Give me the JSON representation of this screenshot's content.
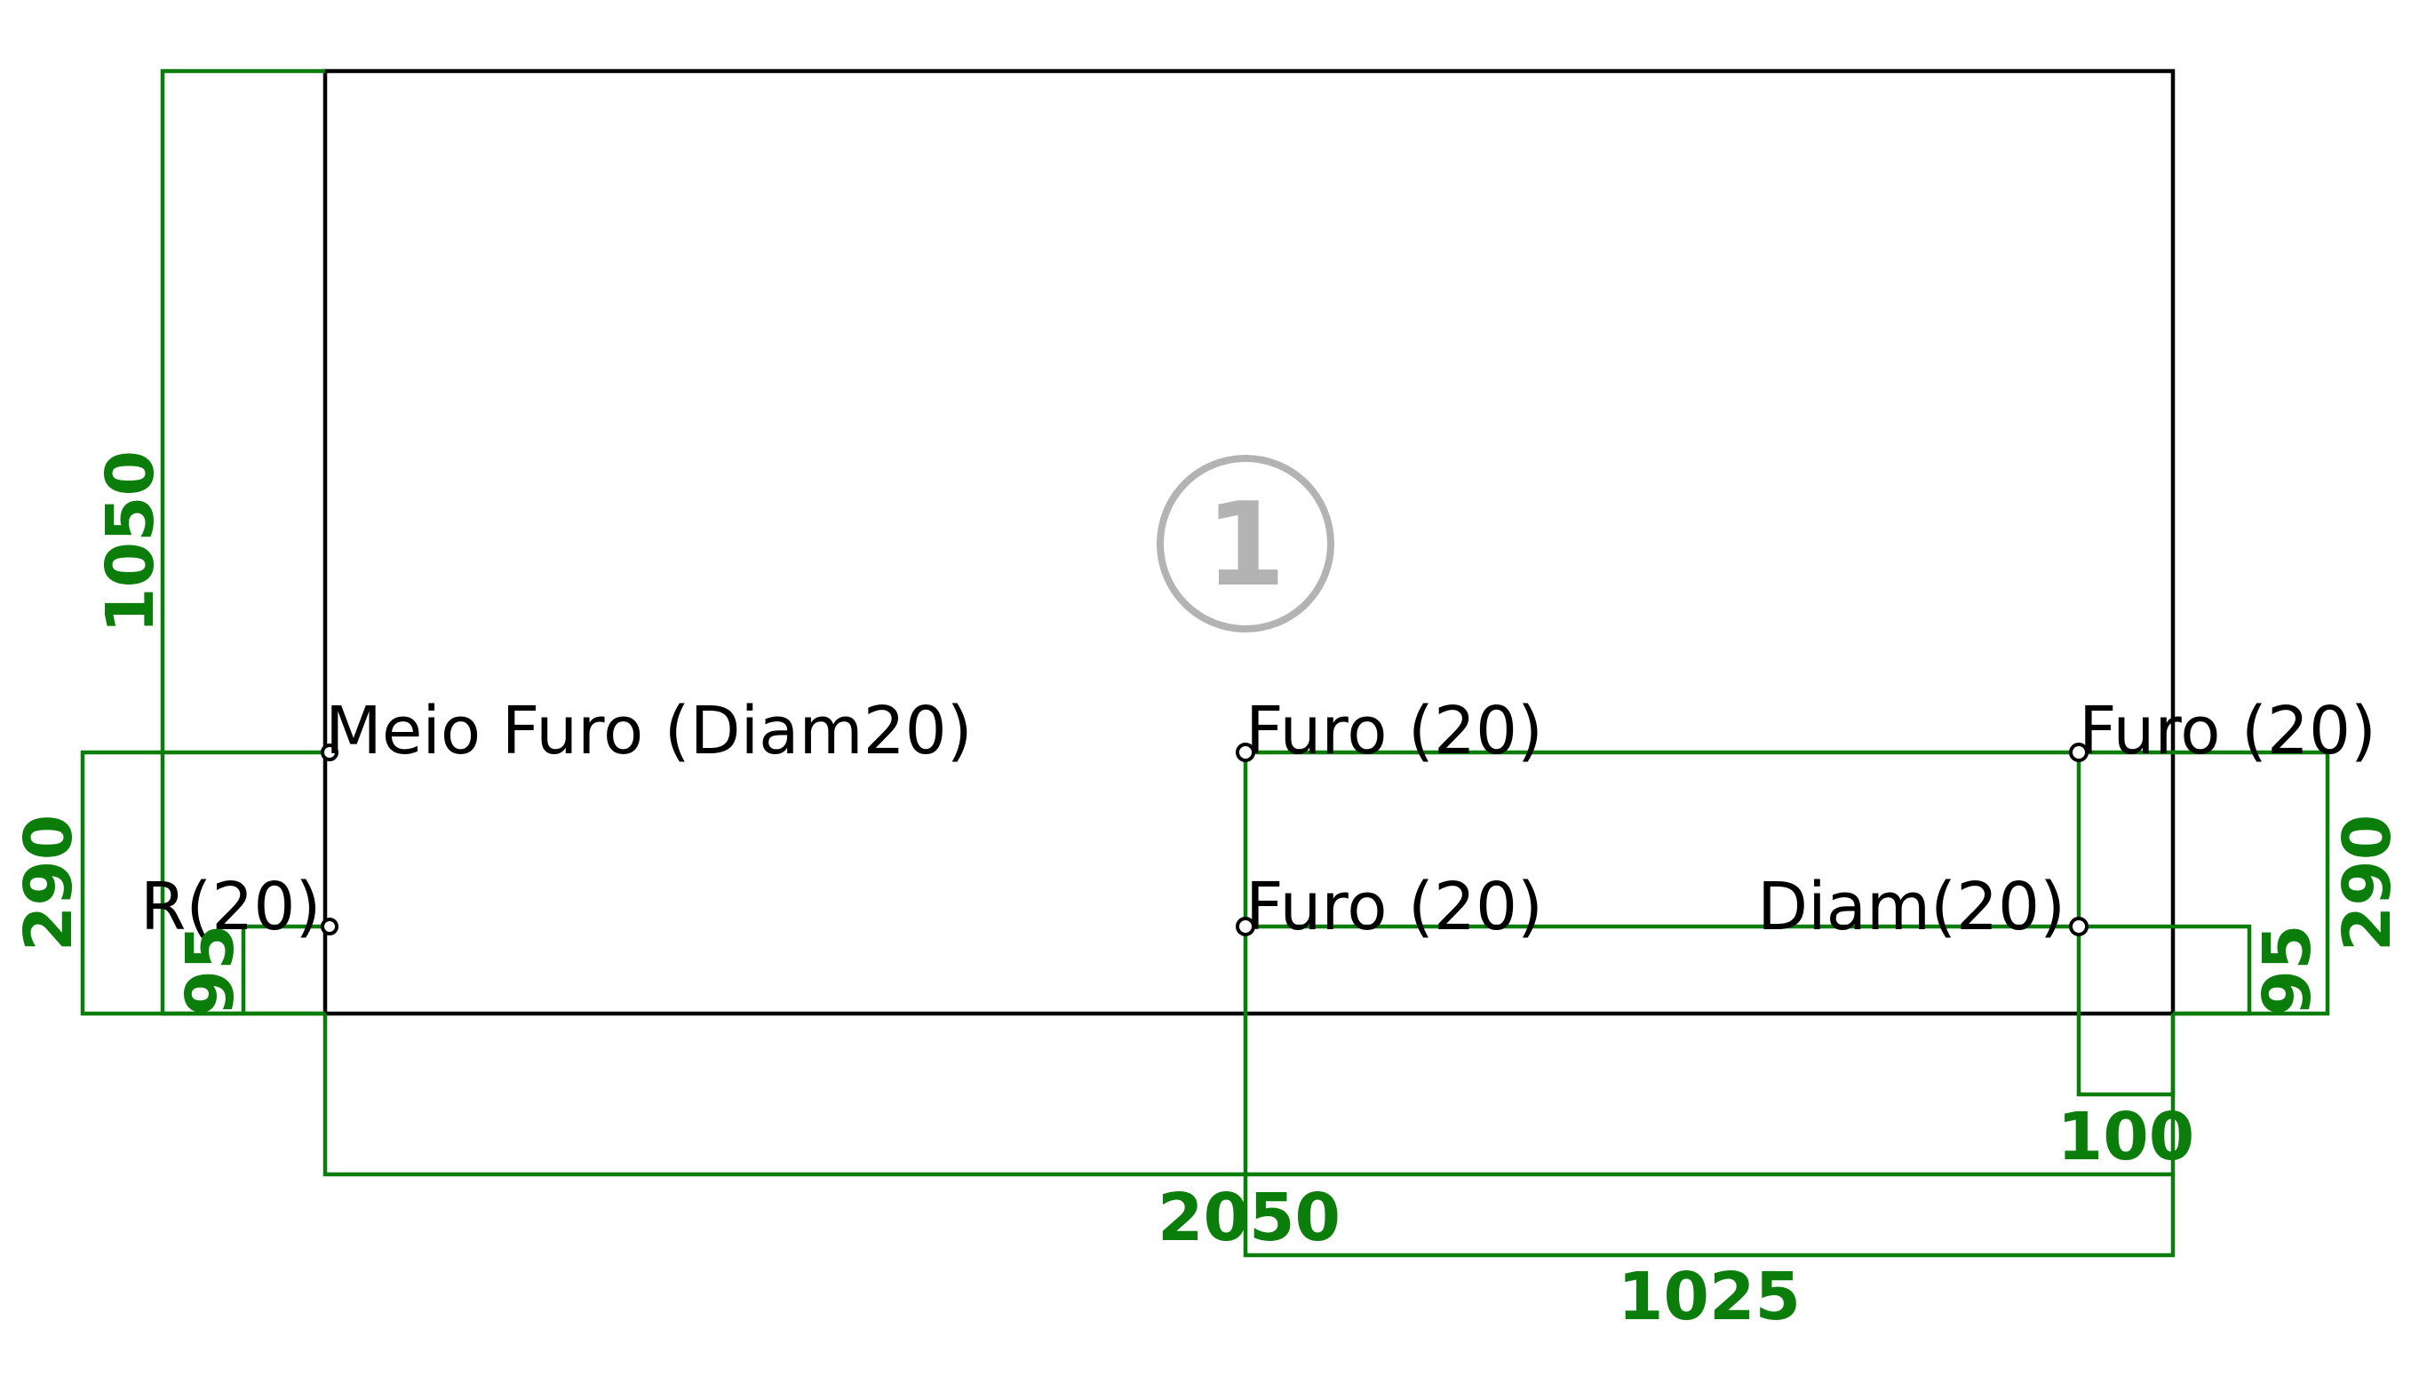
{
  "part": {
    "number": "1",
    "colors": {
      "outline": "#000000",
      "dimension": "#0a7d0a",
      "badge": "#b3b3b3"
    }
  },
  "holes": {
    "half_hole_label": "Meio Furo (Diam20)",
    "hole_top_mid_label": "Furo (20)",
    "hole_top_right_label": "Furo (20)",
    "radius_label": "R(20)",
    "hole_low_mid_label": "Furo (20)",
    "diameter_label": "Diam(20)"
  },
  "dimensions": {
    "height_total": "1050",
    "left_290": "290",
    "left_95": "95",
    "right_290": "290",
    "right_95": "95",
    "edge_100": "100",
    "width_2050": "2050",
    "half_1025": "1025"
  }
}
